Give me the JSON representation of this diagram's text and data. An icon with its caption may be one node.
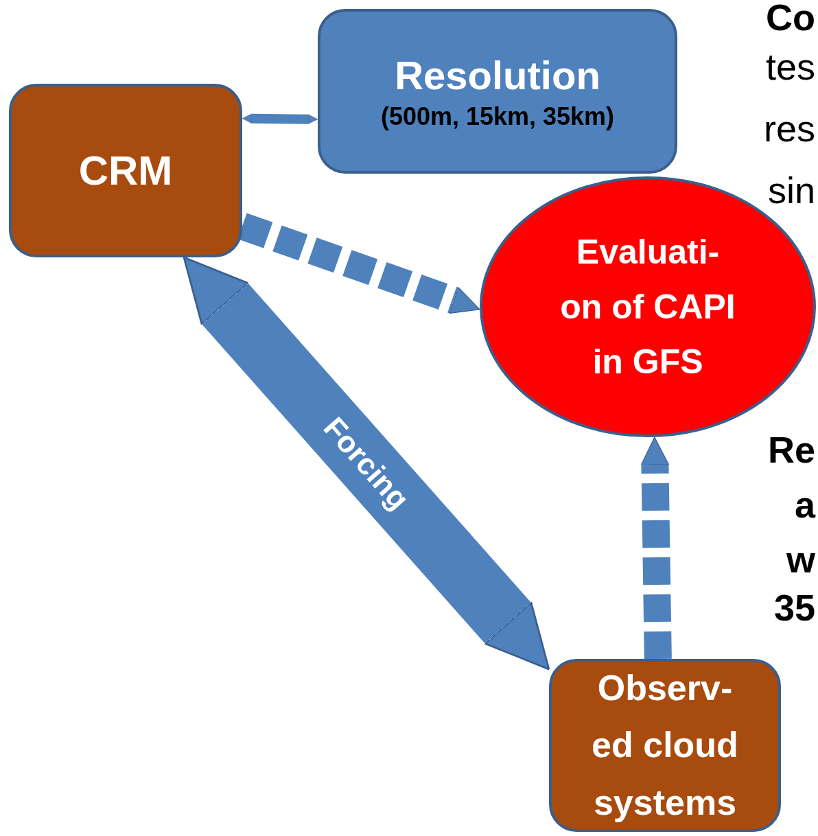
{
  "diagram": {
    "nodes": [
      {
        "text": [
          "Resolution",
          "(500m, 15km, 35km)"
        ]
      },
      {
        "text": [
          "CRM"
        ]
      },
      {
        "text": [
          "Evaluati- on of CAPI in GFS"
        ]
      },
      {
        "text": [
          "Observ- ed cloud systems"
        ]
      }
    ],
    "edges": [
      {
        "from": 1,
        "to": 0,
        "arrow": "both"
      },
      {
        "from": 1,
        "to": 2,
        "arrow": "to",
        "style": "dashed"
      },
      {
        "from": 1,
        "to": 3,
        "arrow": "both",
        "label": "Forcing",
        "style": "thick"
      },
      {
        "from": 3,
        "to": 2,
        "arrow": "to",
        "style": "dashed"
      }
    ],
    "labels": [
      "Co",
      "tes",
      "res",
      "sin",
      "Re",
      "a",
      "w",
      "35"
    ]
  }
}
